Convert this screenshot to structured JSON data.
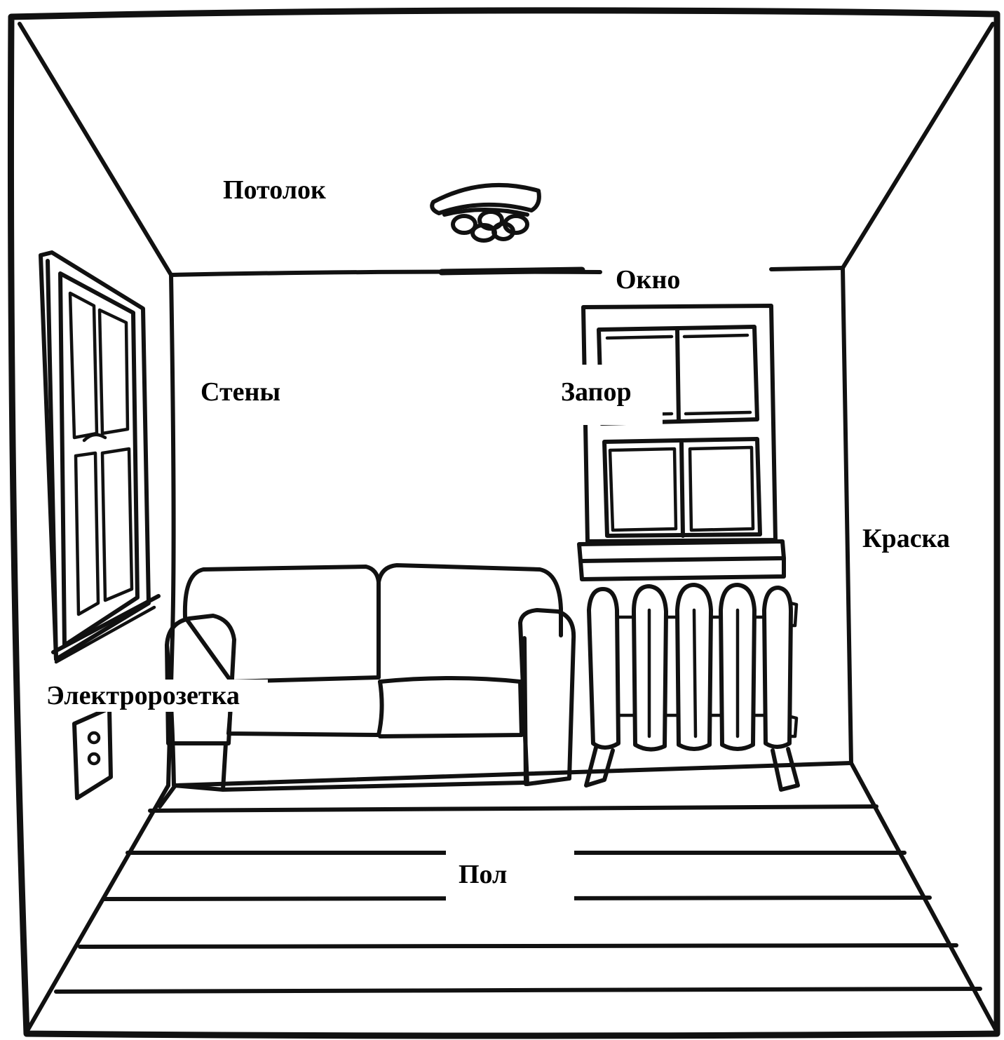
{
  "diagram": {
    "labels": {
      "ceiling": "Потолок",
      "window": "Окно",
      "walls": "Стены",
      "latch": "Запор",
      "paint": "Краска",
      "socket": "Электророзетка",
      "floor": "Пол"
    },
    "colors": {
      "ink": "#111111",
      "background": "#ffffff"
    }
  }
}
